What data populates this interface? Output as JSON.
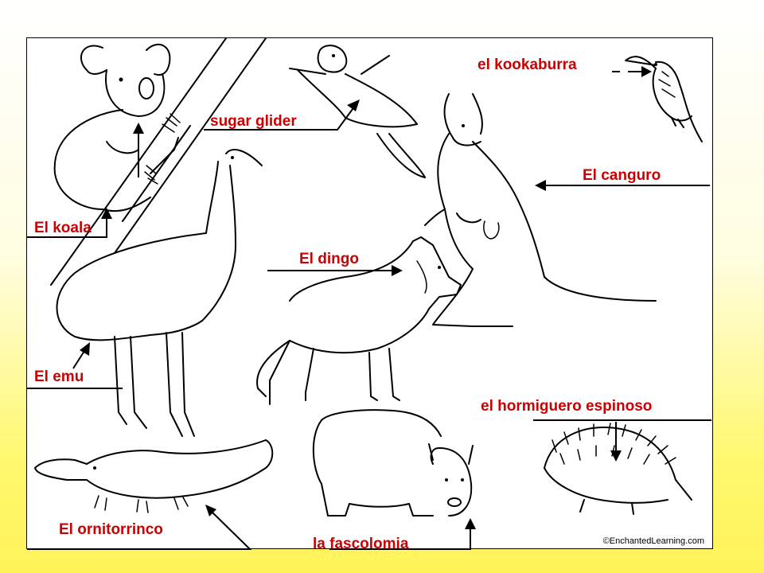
{
  "labels": {
    "kookaburra": "el kookaburra",
    "sugar_glider": "sugar glider",
    "canguro": "El canguro",
    "koala": "El koala",
    "dingo": "El dingo",
    "emu": "El emu",
    "hormiguero": "el hormiguero espinoso",
    "ornitorrinco": "El ornitorrinco",
    "fascolomia": "la fascolomia"
  },
  "credit": "©EnchantedLearning.com",
  "colors": {
    "label": "#cc0000",
    "ink": "#000000"
  }
}
